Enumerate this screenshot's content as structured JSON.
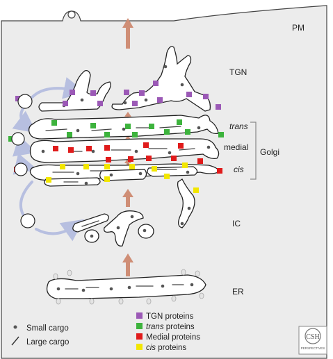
{
  "labels": {
    "pm": "PM",
    "tgn": "TGN",
    "trans": "trans",
    "medial": "medial",
    "cis": "cis",
    "golgi": "Golgi",
    "ic": "IC",
    "er": "ER"
  },
  "legend_left": [
    {
      "symbol": "dot",
      "label": "Small cargo"
    },
    {
      "symbol": "line",
      "label": "Large cargo"
    }
  ],
  "legend_right": [
    {
      "color": "#9b59b6",
      "label": "TGN proteins",
      "italic_prefix": "",
      "suffix": "TGN proteins"
    },
    {
      "color": "#3db33d",
      "label": "trans proteins",
      "italic_prefix": "trans",
      "suffix": " proteins"
    },
    {
      "color": "#e01b1b",
      "label": "Medial proteins",
      "italic_prefix": "",
      "suffix": "Medial proteins"
    },
    {
      "color": "#f2e600",
      "label": "cis proteins",
      "italic_prefix": "cis",
      "suffix": " proteins"
    }
  ],
  "logo": {
    "text": "CSH",
    "subtext": "PERSPECTIVES"
  },
  "colors": {
    "cell_fill": "#ececec",
    "tgn": "#9b59b6",
    "trans": "#3db33d",
    "medial": "#e01b1b",
    "cis": "#f2e600",
    "transport_arrow": "#cf8e76",
    "retrograde": "#b7bfe0"
  }
}
